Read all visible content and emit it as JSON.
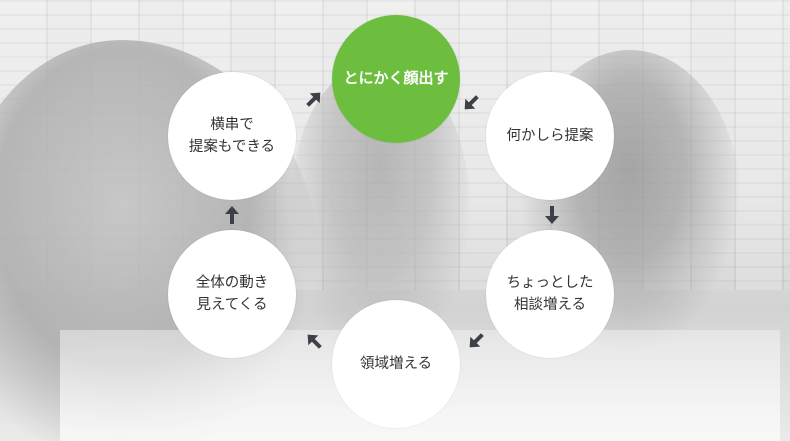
{
  "colors": {
    "accent_green": "#6dbe3f",
    "node_fill": "#ffffff",
    "text": "#333333",
    "arrow": "#3d4147"
  },
  "cycle": {
    "nodes": [
      {
        "id": "start",
        "label": "とにかく顔出す",
        "highlight": true
      },
      {
        "id": "propose",
        "label": "何かしら提案",
        "highlight": false
      },
      {
        "id": "consult",
        "label": "ちょっとした\n相談増える",
        "highlight": false
      },
      {
        "id": "domain",
        "label": "領域増える",
        "highlight": false
      },
      {
        "id": "overview",
        "label": "全体の動き\n見えてくる",
        "highlight": false
      },
      {
        "id": "cross",
        "label": "横串で\n提案もできる",
        "highlight": false
      }
    ],
    "arrow_icon": "arrow-icon"
  }
}
